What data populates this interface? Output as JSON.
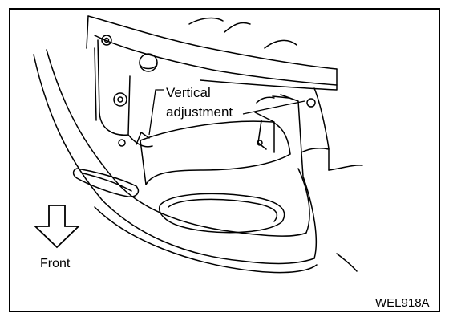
{
  "diagram": {
    "callout_line1": "Vertical",
    "callout_line2": "adjustment",
    "direction_label": "Front",
    "figure_code": "WEL918A"
  }
}
